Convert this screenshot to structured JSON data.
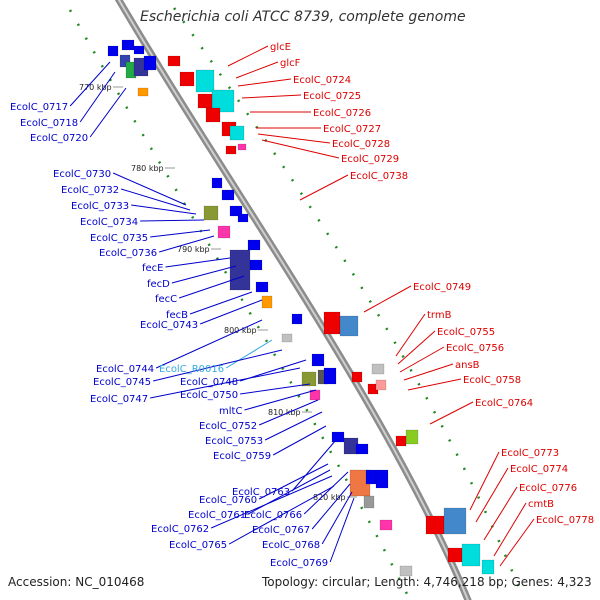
{
  "title": "Escherichia coli ATCC 8739, complete genome",
  "footer": {
    "accession": "Accession: NC_010468",
    "info": "Topology: circular; Length: 4,746,218 bp; Genes: 4,323"
  },
  "colors": {
    "backbone": "#8c8c8c",
    "left_label": "#0000cc",
    "right_label": "#dd0000",
    "rna_label": "#33aadd",
    "forward_gene": "#ee0000",
    "reverse_gene": "#0000ee",
    "gc_tick": "#228822"
  },
  "scale_ticks": [
    "770 kbp",
    "780 kbp",
    "790 kbp",
    "800 kbp",
    "810 kbp",
    "820 kbp"
  ],
  "left_labels": [
    "EcolC_0717",
    "EcolC_0718",
    "EcolC_0720",
    "EcolC_0730",
    "EcolC_0732",
    "EcolC_0733",
    "EcolC_0734",
    "EcolC_0735",
    "EcolC_0736",
    "fecE",
    "fecD",
    "fecC",
    "fecB",
    "EcolC_0743",
    "EcolC_0744",
    "EcolC_R0016",
    "EcolC_0745",
    "EcolC_0748",
    "EcolC_0747",
    "EcolC_0750",
    "mltC",
    "EcolC_0752",
    "EcolC_0753",
    "EcolC_0759",
    "EcolC_0763",
    "EcolC_0760",
    "EcolC_0761",
    "EcolC_0766",
    "EcolC_0762",
    "EcolC_0767",
    "EcolC_0765",
    "EcolC_0768",
    "EcolC_0769"
  ],
  "right_labels": [
    "glcE",
    "glcF",
    "EcolC_0724",
    "EcolC_0725",
    "EcolC_0726",
    "EcolC_0727",
    "EcolC_0728",
    "EcolC_0729",
    "EcolC_0738",
    "EcolC_0749",
    "trmB",
    "EcolC_0755",
    "EcolC_0756",
    "ansB",
    "EcolC_0758",
    "EcolC_0764",
    "EcolC_0773",
    "EcolC_0774",
    "EcolC_0776",
    "cmtB",
    "EcolC_0778"
  ]
}
